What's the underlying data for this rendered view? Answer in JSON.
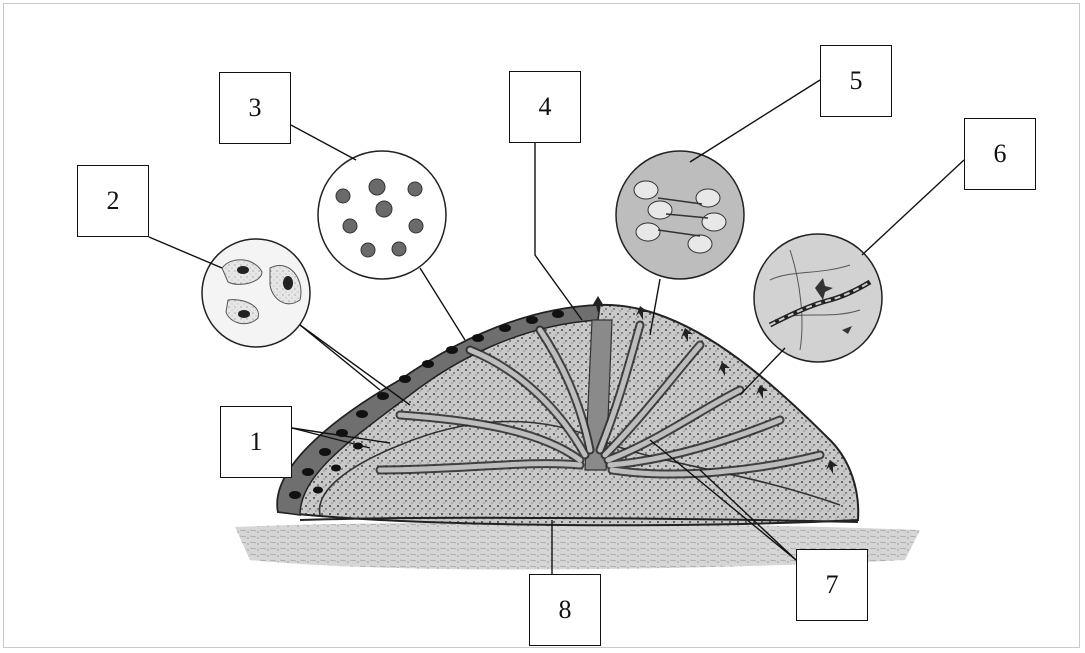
{
  "diagram": {
    "labels": [
      {
        "id": "1",
        "text": "1"
      },
      {
        "id": "2",
        "text": "2"
      },
      {
        "id": "3",
        "text": "3"
      },
      {
        "id": "4",
        "text": "4"
      },
      {
        "id": "5",
        "text": "5"
      },
      {
        "id": "6",
        "text": "6"
      },
      {
        "id": "7",
        "text": "7"
      },
      {
        "id": "8",
        "text": "8"
      }
    ]
  },
  "colors": {
    "ink": "#111111",
    "tissue": "#9a9a9a",
    "tissue_dark": "#555555",
    "background": "#ffffff"
  }
}
